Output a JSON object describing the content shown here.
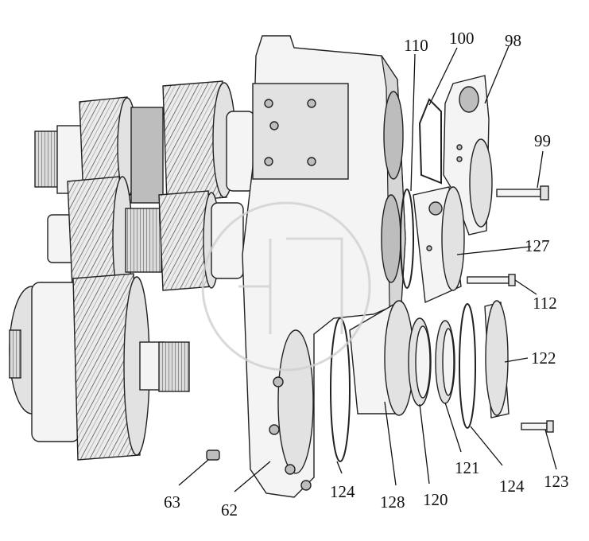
{
  "diagram": {
    "labels": {
      "p98": "98",
      "p99": "99",
      "p100": "100",
      "p110": "110",
      "p112": "112",
      "p120": "120",
      "p121": "121",
      "p122": "122",
      "p123": "123",
      "p124a": "124",
      "p124b": "124",
      "p127": "127",
      "p128": "128",
      "p62": "62",
      "p63": "63"
    }
  }
}
